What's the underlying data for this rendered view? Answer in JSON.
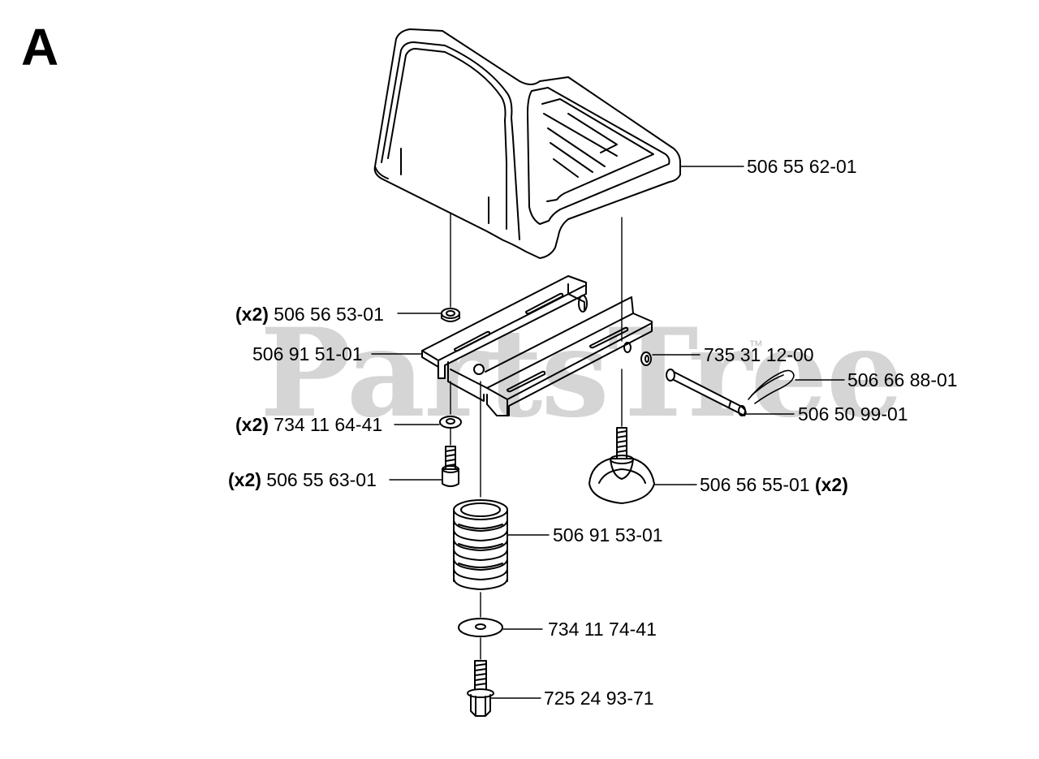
{
  "diagram": {
    "section_letter": "A",
    "watermark": "PartsTree",
    "watermark_tm": "™",
    "callouts": [
      {
        "id": "seat",
        "qty": "",
        "part": "506 55 62-01",
        "qty_after": ""
      },
      {
        "id": "nut-top",
        "qty": "(x2)",
        "part": "506 56 53-01",
        "qty_after": ""
      },
      {
        "id": "bracket",
        "qty": "",
        "part": "506 91 51-01",
        "qty_after": ""
      },
      {
        "id": "washer-small",
        "qty": "",
        "part": "735 31 12-00",
        "qty_after": ""
      },
      {
        "id": "hairpin",
        "qty": "",
        "part": "506 66 88-01",
        "qty_after": ""
      },
      {
        "id": "pin",
        "qty": "",
        "part": "506 50 99-01",
        "qty_after": ""
      },
      {
        "id": "washer-mid",
        "qty": "(x2)",
        "part": "734 11 64-41",
        "qty_after": ""
      },
      {
        "id": "screw",
        "qty": "(x2)",
        "part": "506 55 63-01",
        "qty_after": ""
      },
      {
        "id": "knob",
        "qty": "",
        "part": "506 56 55-01",
        "qty_after": "(x2)"
      },
      {
        "id": "spring",
        "qty": "",
        "part": "506 91 53-01",
        "qty_after": ""
      },
      {
        "id": "washer-large",
        "qty": "",
        "part": "734 11 74-41",
        "qty_after": ""
      },
      {
        "id": "bolt",
        "qty": "",
        "part": "725 24 93-71",
        "qty_after": ""
      }
    ]
  }
}
